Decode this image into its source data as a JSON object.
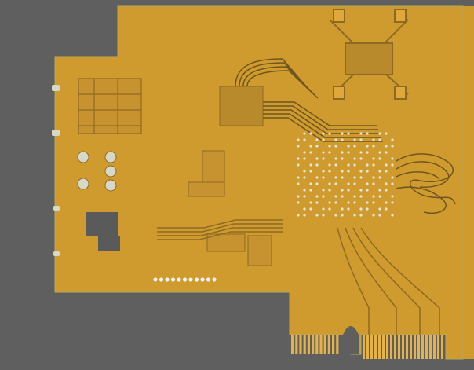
{
  "view": {
    "background_color": "#5f5f5f",
    "board_color": "#cf9a2e",
    "copper_color": "#b88a2c",
    "trace_color": "#8f6a22",
    "pad_color": "#d8d8c8",
    "via_color": "#e6e6d8",
    "dark_component_color": "#5a5a5a",
    "white_silk_color": "#f2f2f2"
  },
  "board": {
    "layer": "pcb-top-copper",
    "connector": "edge-fingers",
    "notch": "keying-notch"
  },
  "icons": {
    "mounting_hole": "mounting-hole-icon",
    "via": "via-icon",
    "ic_package": "ic-package-icon",
    "connector": "edge-connector-icon"
  }
}
